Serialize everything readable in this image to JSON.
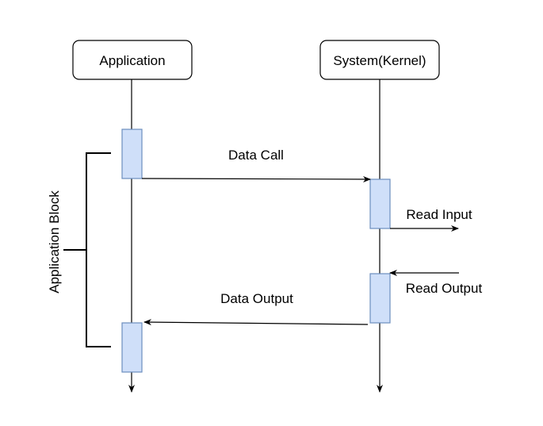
{
  "participants": {
    "application": {
      "label": "Application"
    },
    "system": {
      "label": "System(Kernel)"
    }
  },
  "messages": {
    "data_call": {
      "label": "Data Call"
    },
    "read_input": {
      "label": "Read Input"
    },
    "read_output": {
      "label": "Read Output"
    },
    "data_output": {
      "label": "Data Output"
    }
  },
  "bracket": {
    "label": "Application Block"
  },
  "colors": {
    "activation_fill": "#cfdff9",
    "activation_stroke": "#6c8ebf",
    "line": "#000000",
    "background": "#ffffff"
  }
}
